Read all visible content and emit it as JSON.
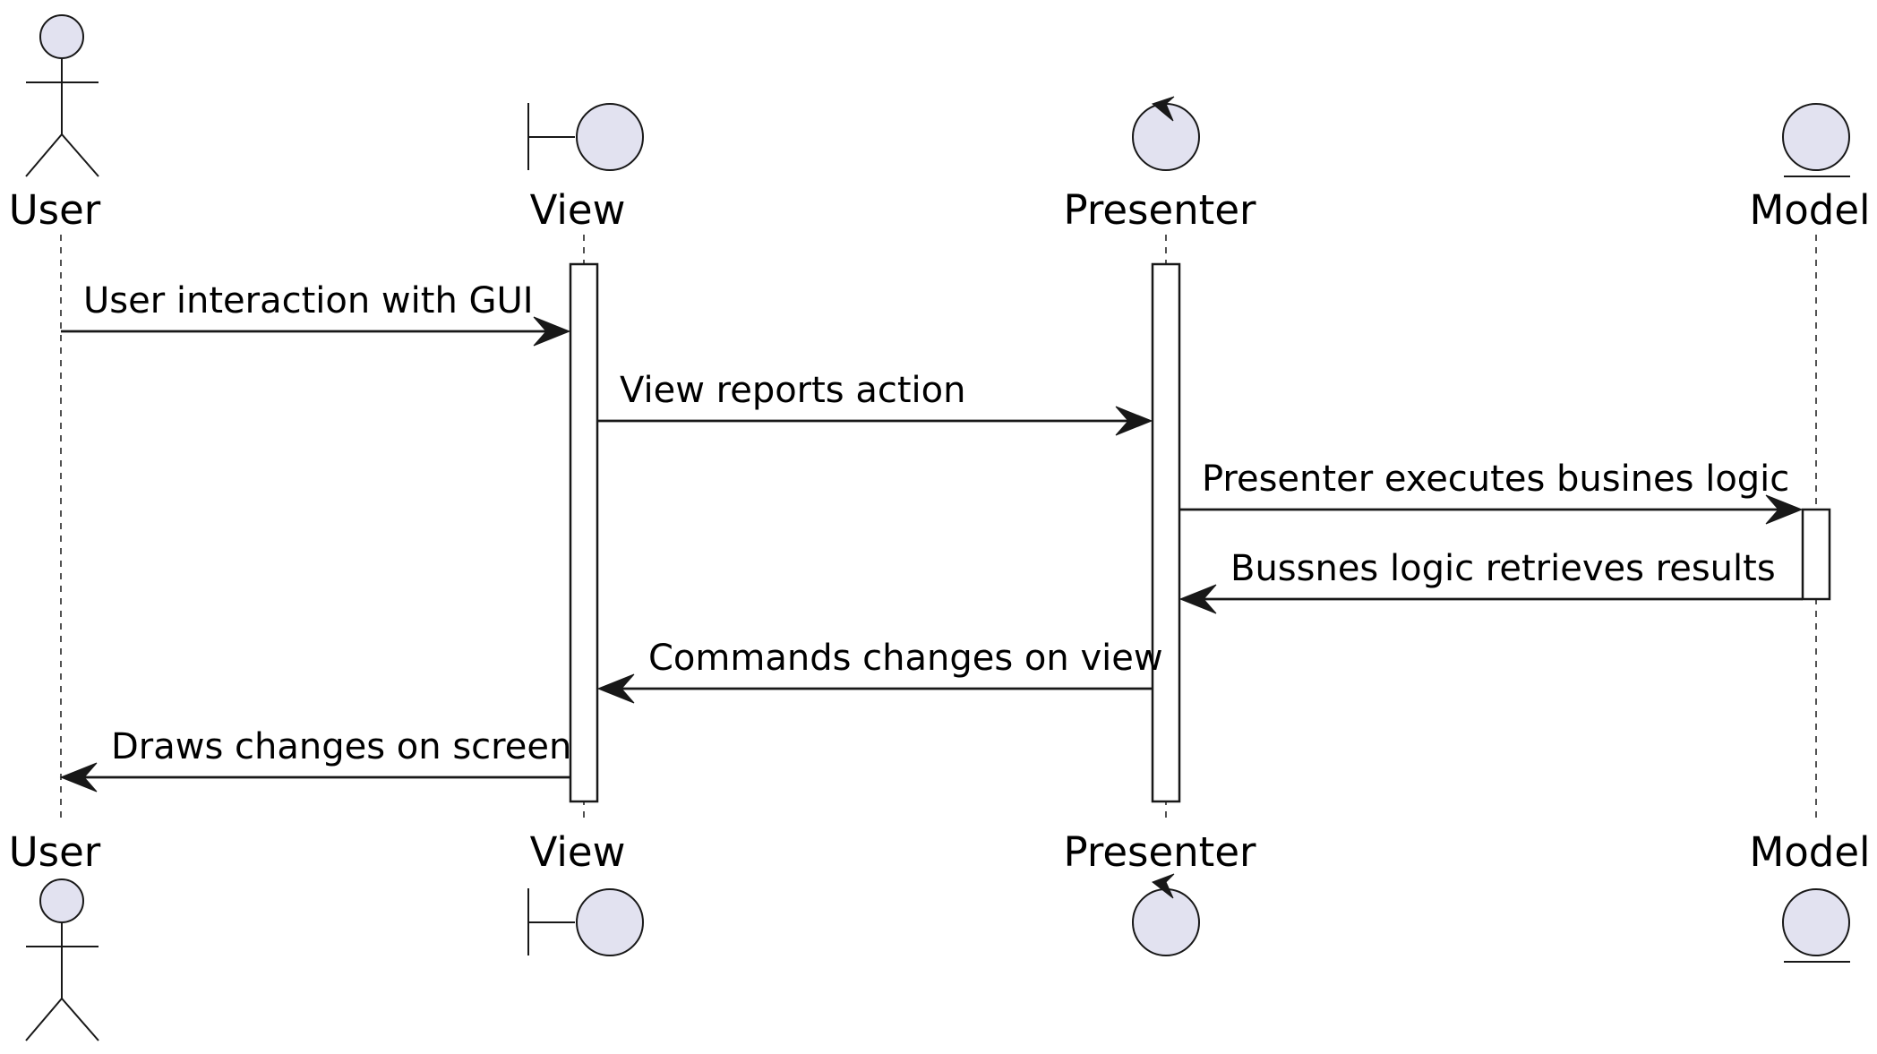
{
  "participants": {
    "user": {
      "name": "User",
      "kind": "actor"
    },
    "view": {
      "name": "View",
      "kind": "boundary"
    },
    "presenter": {
      "name": "Presenter",
      "kind": "control"
    },
    "model": {
      "name": "Model",
      "kind": "entity"
    }
  },
  "messages": [
    {
      "from": "User",
      "to": "View",
      "text": "User interaction with GUI"
    },
    {
      "from": "View",
      "to": "Presenter",
      "text": "View reports action"
    },
    {
      "from": "Presenter",
      "to": "Model",
      "text": "Presenter executes busines logic"
    },
    {
      "from": "Model",
      "to": "Presenter",
      "text": "Bussnes logic retrieves results"
    },
    {
      "from": "Presenter",
      "to": "View",
      "text": "Commands changes on view"
    },
    {
      "from": "View",
      "to": "User",
      "text": "Draws changes on screen"
    }
  ],
  "colors": {
    "participant_fill": "#E2E2F0",
    "stroke": "#181818",
    "activation_fill": "#FFFFFF"
  }
}
